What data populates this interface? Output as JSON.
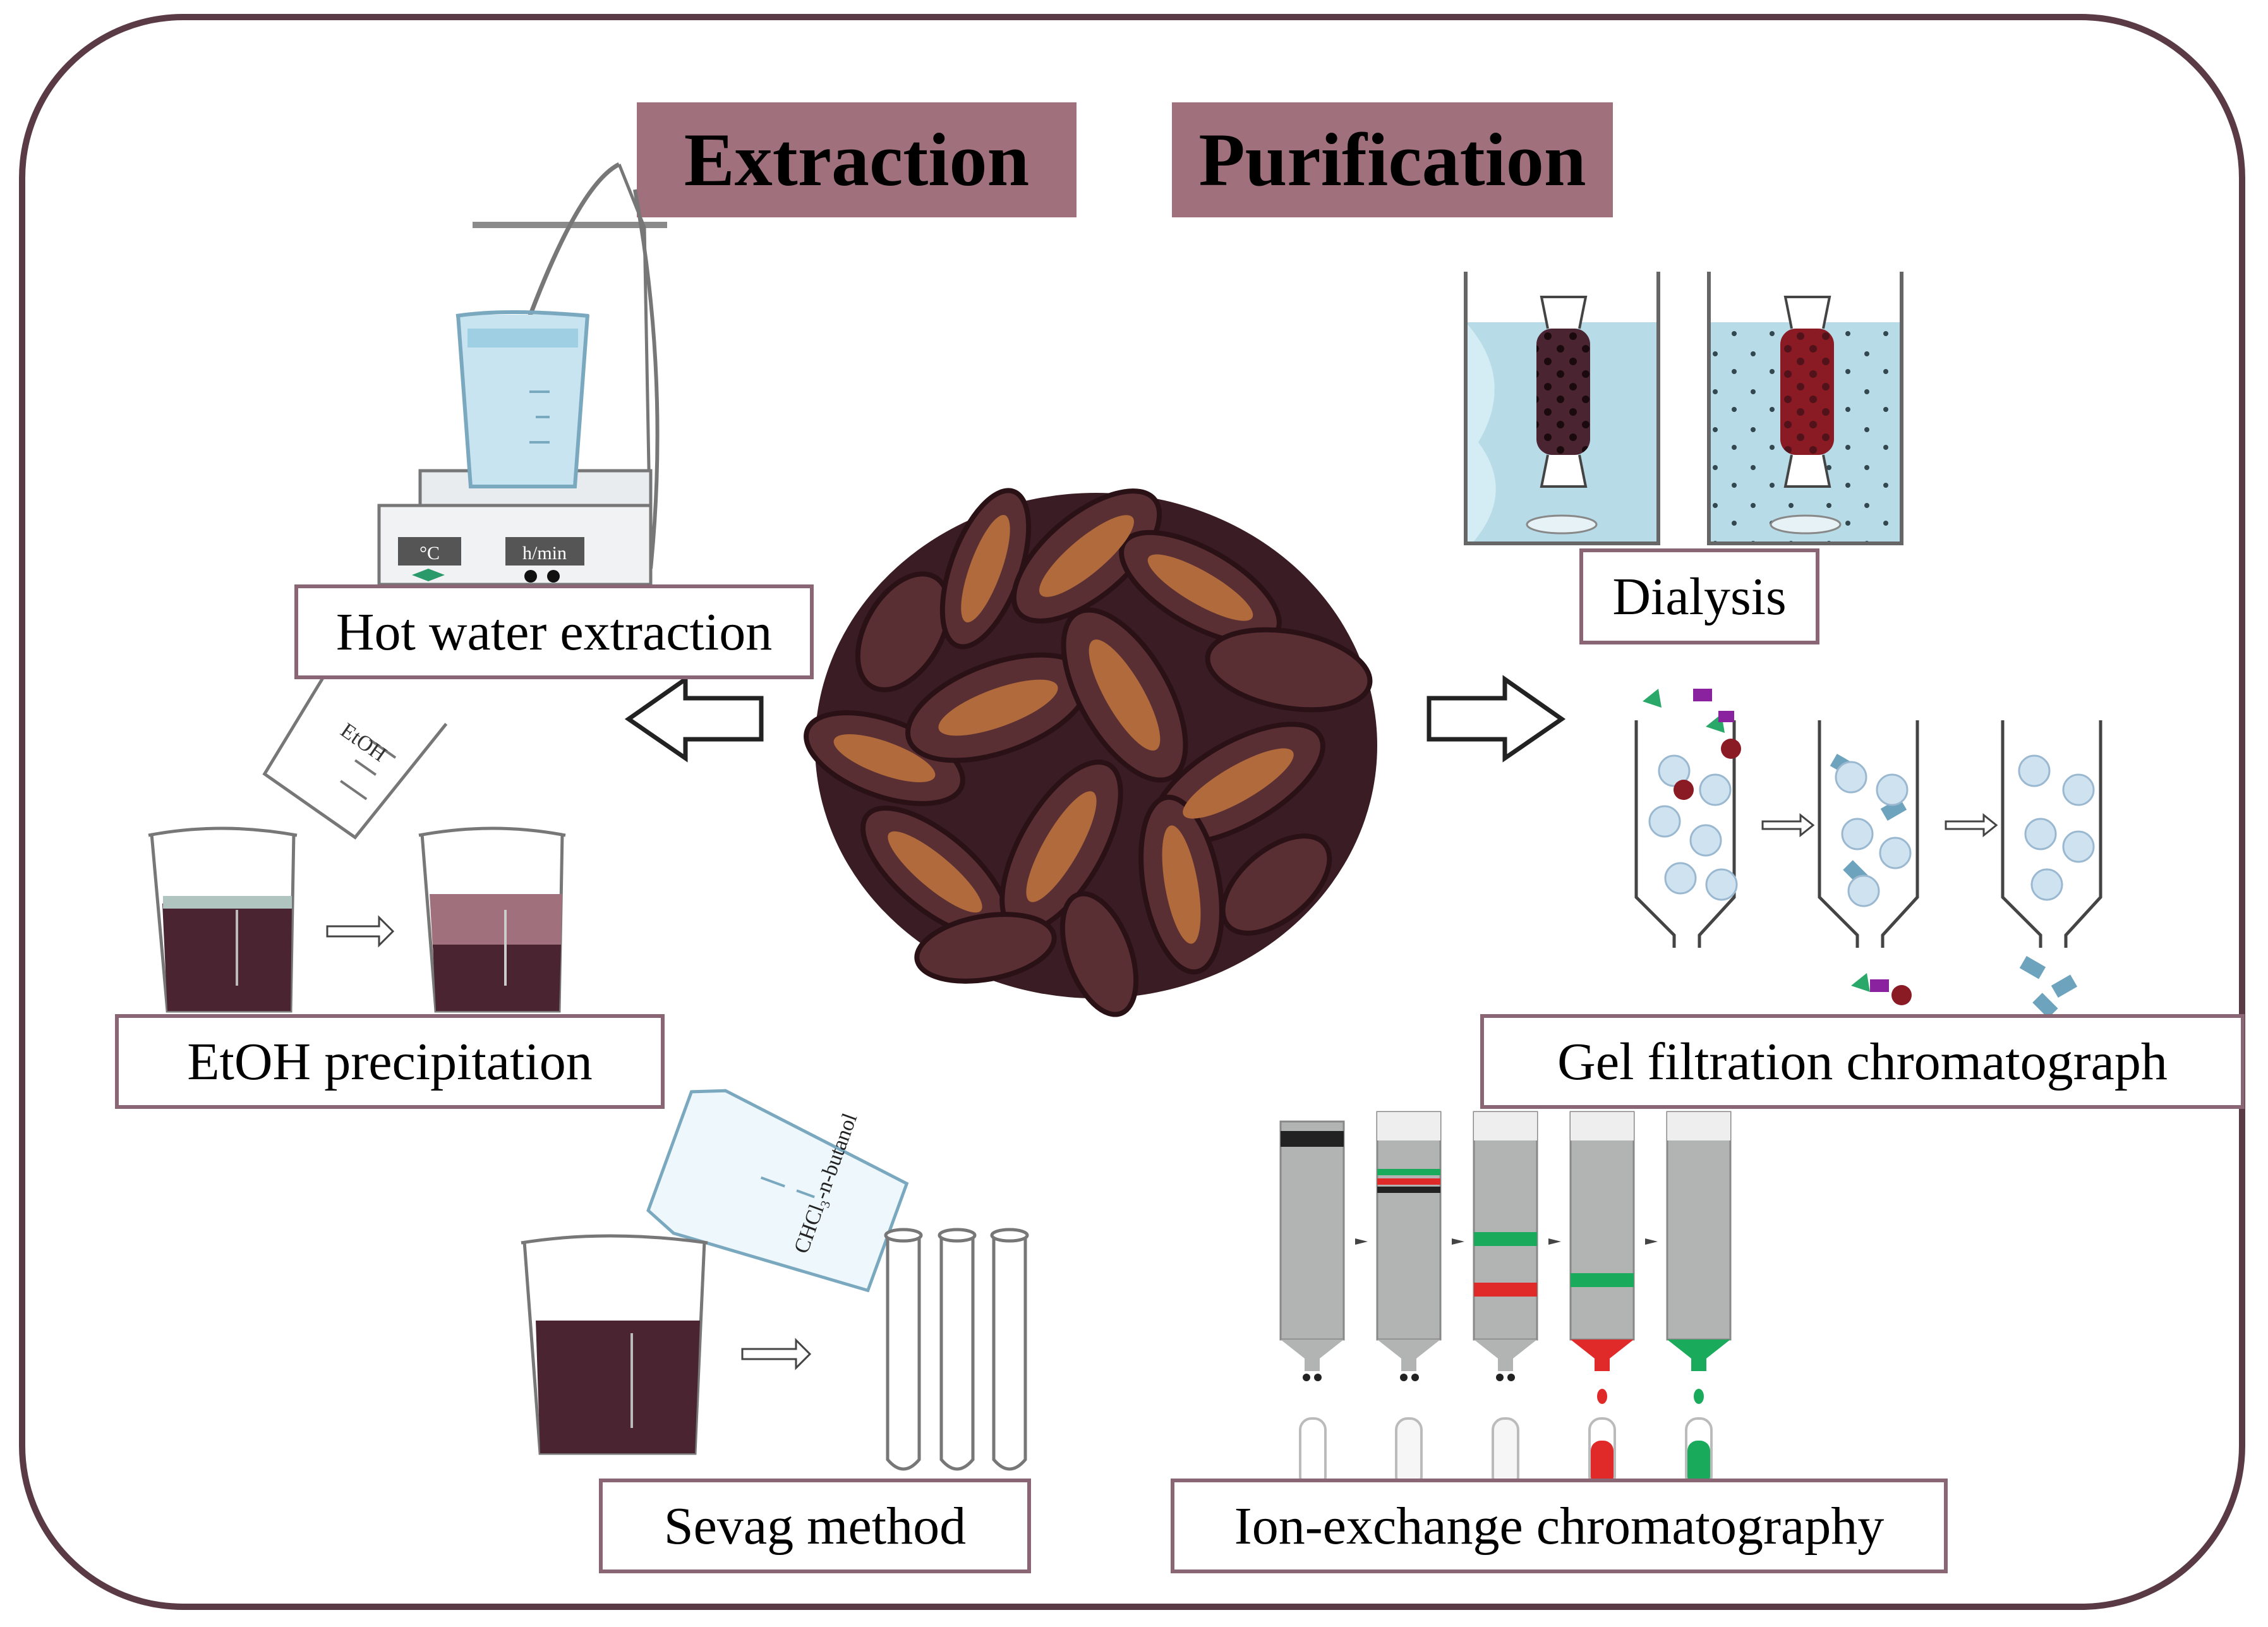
{
  "headers": {
    "extraction": "Extraction",
    "purification": "Purification"
  },
  "labels": {
    "hot_water": "Hot water extraction",
    "dialysis": "Dialysis",
    "etoh_precip": "EtOH precipitation",
    "gel_filtration": "Gel filtration chromatograph",
    "sevag": "Sevag method",
    "ion_exchange": "Ion-exchange chromatography"
  },
  "apparatus_text": {
    "temp_display": "°C",
    "time_display": "h/min",
    "etoh_beaker": "EtOH",
    "sevag_flask": "CHCl₃-n-butanol"
  },
  "colors": {
    "header_bg": "#a0707d",
    "frame": "#5a3a44",
    "extract_liquid": "#4a2430",
    "light_liquid": "#a0707d",
    "water": "#b8dbe8",
    "ion_red": "#e02a2a",
    "ion_green": "#1aaa5c"
  }
}
